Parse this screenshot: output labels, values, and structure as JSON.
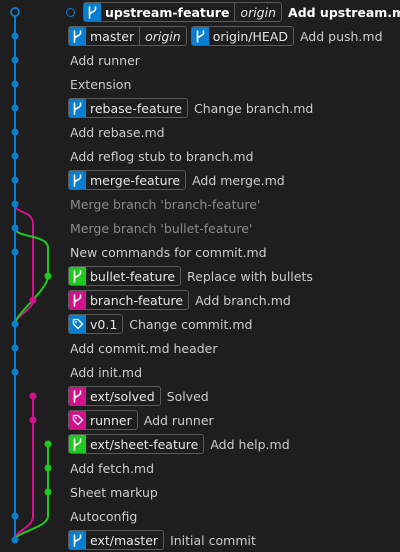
{
  "colors": {
    "blue": "#0a7fd1",
    "magenta": "#d4108d",
    "green": "#1fc920",
    "background": "#1e1e1e"
  },
  "icons": {
    "branch": "git-branch-icon",
    "tag": "tag-icon"
  },
  "commits": [
    {
      "message": "Add upstream.md",
      "head": true,
      "refs": [
        {
          "type": "branch",
          "name": "upstream-feature",
          "remote": "origin",
          "color": "#0a7fd1"
        }
      ]
    },
    {
      "message": "Add push.md",
      "refs": [
        {
          "type": "branch",
          "name": "master",
          "remote": "origin",
          "color": "#0a7fd1"
        },
        {
          "type": "branch",
          "name": "origin/HEAD",
          "color": "#0a7fd1"
        }
      ]
    },
    {
      "message": "Add runner",
      "refs": []
    },
    {
      "message": "Extension",
      "refs": []
    },
    {
      "message": "Change branch.md",
      "refs": [
        {
          "type": "branch",
          "name": "rebase-feature",
          "color": "#0a7fd1"
        }
      ]
    },
    {
      "message": "Add rebase.md",
      "refs": []
    },
    {
      "message": "Add reflog stub to branch.md",
      "refs": []
    },
    {
      "message": "Add merge.md",
      "refs": [
        {
          "type": "branch",
          "name": "merge-feature",
          "color": "#0a7fd1"
        }
      ]
    },
    {
      "message": "Merge branch 'branch-feature'",
      "merge": true,
      "refs": []
    },
    {
      "message": "Merge branch 'bullet-feature'",
      "merge": true,
      "refs": []
    },
    {
      "message": "New commands for commit.md",
      "refs": []
    },
    {
      "message": "Replace with bullets",
      "refs": [
        {
          "type": "branch",
          "name": "bullet-feature",
          "color": "#1fc920"
        }
      ]
    },
    {
      "message": "Add branch.md",
      "refs": [
        {
          "type": "branch",
          "name": "branch-feature",
          "color": "#d4108d"
        }
      ]
    },
    {
      "message": "Change commit.md",
      "refs": [
        {
          "type": "tag",
          "name": "v0.1",
          "color": "#0a7fd1"
        }
      ]
    },
    {
      "message": "Add commit.md header",
      "refs": []
    },
    {
      "message": "Add init.md",
      "refs": []
    },
    {
      "message": "Solved",
      "refs": [
        {
          "type": "branch",
          "name": "ext/solved",
          "color": "#d4108d"
        }
      ]
    },
    {
      "message": "Add runner",
      "refs": [
        {
          "type": "tag",
          "name": "runner",
          "color": "#d4108d"
        }
      ]
    },
    {
      "message": "Add help.md",
      "refs": [
        {
          "type": "branch",
          "name": "ext/sheet-feature",
          "color": "#1fc920"
        }
      ]
    },
    {
      "message": "Add fetch.md",
      "refs": []
    },
    {
      "message": "Sheet markup",
      "refs": []
    },
    {
      "message": "Autoconfig",
      "refs": []
    },
    {
      "message": "Initial commit",
      "refs": [
        {
          "type": "branch",
          "name": "ext/master",
          "color": "#0a7fd1"
        }
      ]
    }
  ]
}
